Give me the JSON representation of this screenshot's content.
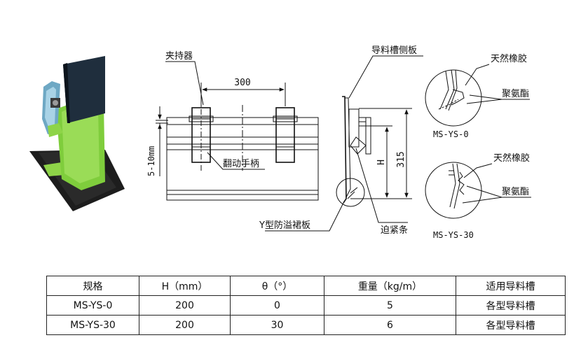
{
  "drawing": {
    "labels": {
      "clamp": "夹持器",
      "handle": "翻动手柄",
      "side_plate": "导料槽侧板",
      "y_plate": "Y型防溢裙板",
      "tension_strip": "迫紧条",
      "rubber_top": "天然橡胶",
      "pu_top": "聚氨酯",
      "rubber_bottom": "天然橡胶",
      "pu_bottom": "聚氨酯"
    },
    "dimensions": {
      "span": "300",
      "gap": "5-10mm",
      "height": "315",
      "h_symbol": "H"
    },
    "detail_titles": {
      "top": "MS-YS-0",
      "bottom": "MS-YS-30"
    }
  },
  "table": {
    "headers": [
      "规格",
      "H（mm）",
      "θ（°）",
      "重量（kg/m）",
      "适用导料槽"
    ],
    "rows": [
      [
        "MS-YS-0",
        "200",
        "0",
        "5",
        "各型导料槽"
      ],
      [
        "MS-YS-30",
        "200",
        "30",
        "6",
        "各型导料槽"
      ]
    ]
  }
}
